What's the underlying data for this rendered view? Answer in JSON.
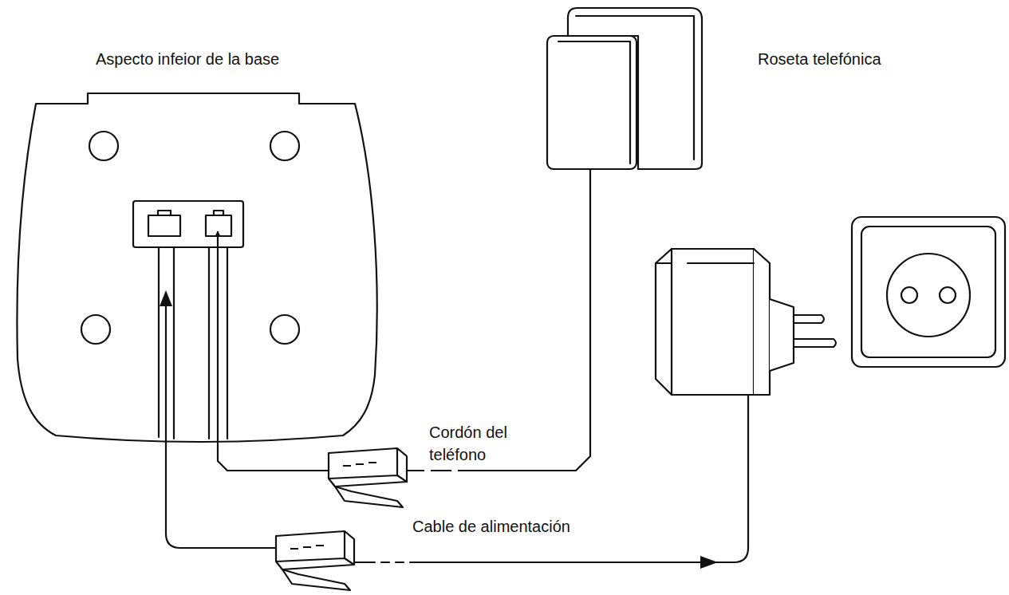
{
  "diagram": {
    "nodes": [
      {
        "text": [
          "Aspecto infeior de la base"
        ]
      },
      {
        "text": [
          "Roseta telefónica"
        ]
      }
    ],
    "edges": [
      {
        "from": 1,
        "to": 0,
        "arrow": "to",
        "label": "Cordón del teléfono"
      }
    ],
    "labels": [
      "Cable de alimentación"
    ]
  }
}
